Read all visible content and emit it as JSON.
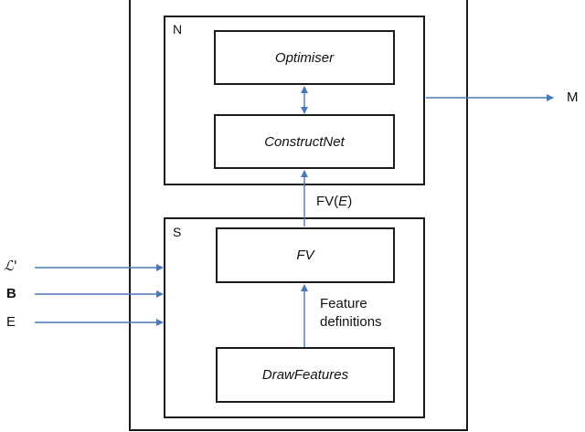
{
  "diagram": {
    "modules": {
      "N": {
        "label": "N"
      },
      "S": {
        "label": "S"
      }
    },
    "components": {
      "optimiser": "Optimiser",
      "construct_net": "ConstructNet",
      "fv": "FV",
      "draw_features": "DrawFeatures"
    },
    "edge_labels": {
      "fv_of_e_prefix": "FV(",
      "fv_of_e_arg": "E",
      "fv_of_e_suffix": ")",
      "feature_definitions_line1": "Feature",
      "feature_definitions_line2": "definitions"
    },
    "inputs": {
      "language": "ℒ'",
      "background": "B",
      "examples": "E"
    },
    "output": "M",
    "colors": {
      "arrow": "#4a78b8",
      "border": "#1a1a1a"
    }
  }
}
